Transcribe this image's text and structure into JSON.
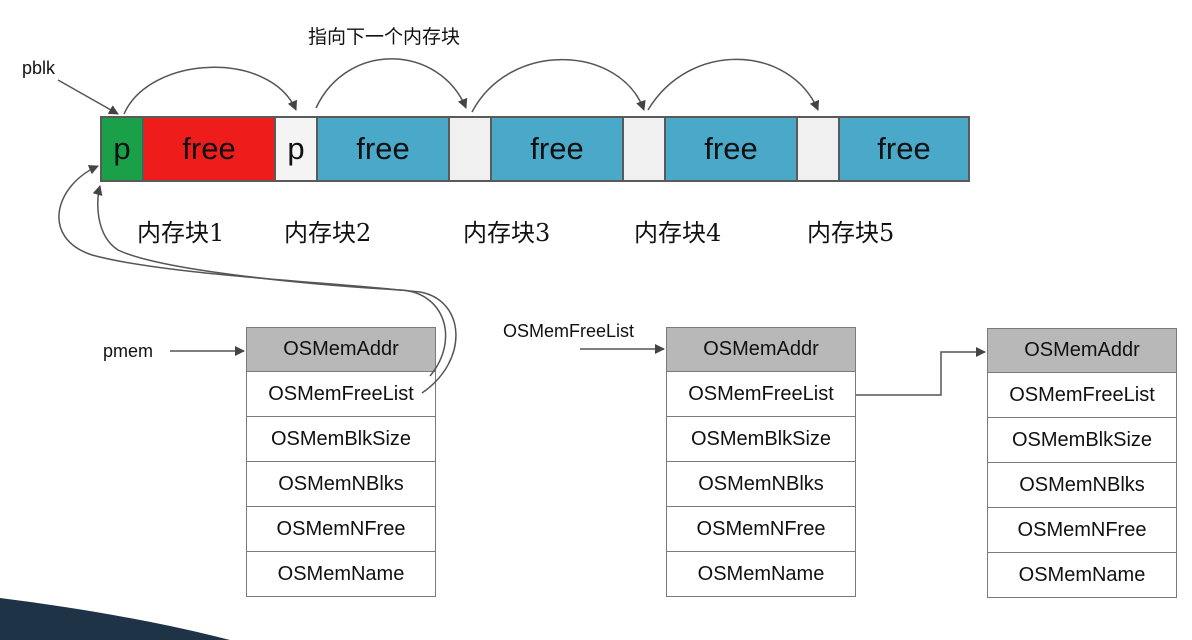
{
  "top_label": "指向下一个内存块",
  "pointer_labels": {
    "pblk": "pblk",
    "pmem": "pmem",
    "freelist": "OSMemFreeList"
  },
  "memory_strip": [
    {
      "text": "p",
      "color": "#1ba04a"
    },
    {
      "text": "free",
      "color": "#ef1c1c"
    },
    {
      "text": "p",
      "color": "#f4f4f4"
    },
    {
      "text": "free",
      "color": "#4aa8c8"
    },
    {
      "text": "",
      "color": "#f0f0f0"
    },
    {
      "text": "free",
      "color": "#4aa8c8"
    },
    {
      "text": "",
      "color": "#f0f0f0"
    },
    {
      "text": "free",
      "color": "#4aa8c8"
    },
    {
      "text": "",
      "color": "#f0f0f0"
    },
    {
      "text": "free",
      "color": "#4aa8c8"
    }
  ],
  "block_labels": [
    "内存块1",
    "内存块2",
    "内存块3",
    "内存块4",
    "内存块5"
  ],
  "struct_fields": [
    "OSMemAddr",
    "OSMemFreeList",
    "OSMemBlkSize",
    "OSMemNBlks",
    "OSMemNFree",
    "OSMemName"
  ],
  "colors": {
    "header": "#b8b8b8",
    "border": "#5a5a5a",
    "arrow": "#444444"
  }
}
